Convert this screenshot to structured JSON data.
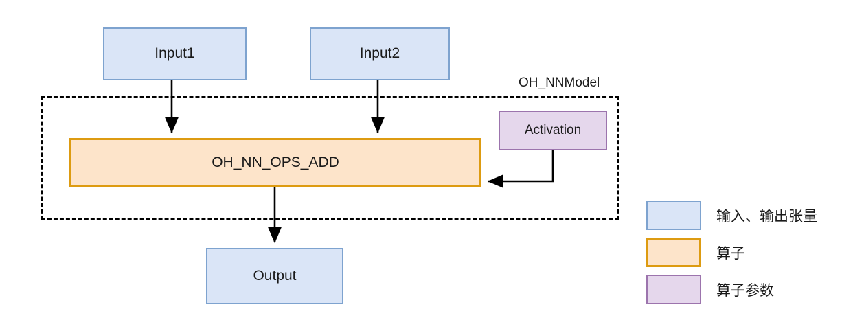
{
  "diagram": {
    "container": {
      "label": "OH_NNModel"
    },
    "nodes": {
      "input1": {
        "label": "Input1",
        "type": "tensor"
      },
      "input2": {
        "label": "Input2",
        "type": "tensor"
      },
      "operator": {
        "label": "OH_NN_OPS_ADD",
        "type": "operator"
      },
      "activation": {
        "label": "Activation",
        "type": "parameter"
      },
      "output": {
        "label": "Output",
        "type": "tensor"
      }
    }
  },
  "legend": {
    "items": [
      {
        "label": "输入、输出张量",
        "swatch": "tensor",
        "fill": "#dae5f7",
        "stroke": "#7ea3cf"
      },
      {
        "label": "算子",
        "swatch": "operator",
        "fill": "#fde4ca",
        "stroke": "#dd9b11"
      },
      {
        "label": "算子参数",
        "swatch": "parameter",
        "fill": "#e5d7ec",
        "stroke": "#9c74ad"
      }
    ]
  },
  "colors": {
    "tensor_fill": "#dae5f7",
    "tensor_stroke": "#7ea3cf",
    "operator_fill": "#fde4ca",
    "operator_stroke": "#dd9b11",
    "parameter_fill": "#e5d7ec",
    "parameter_stroke": "#9c74ad",
    "edge": "#000000",
    "background": "#ffffff"
  }
}
